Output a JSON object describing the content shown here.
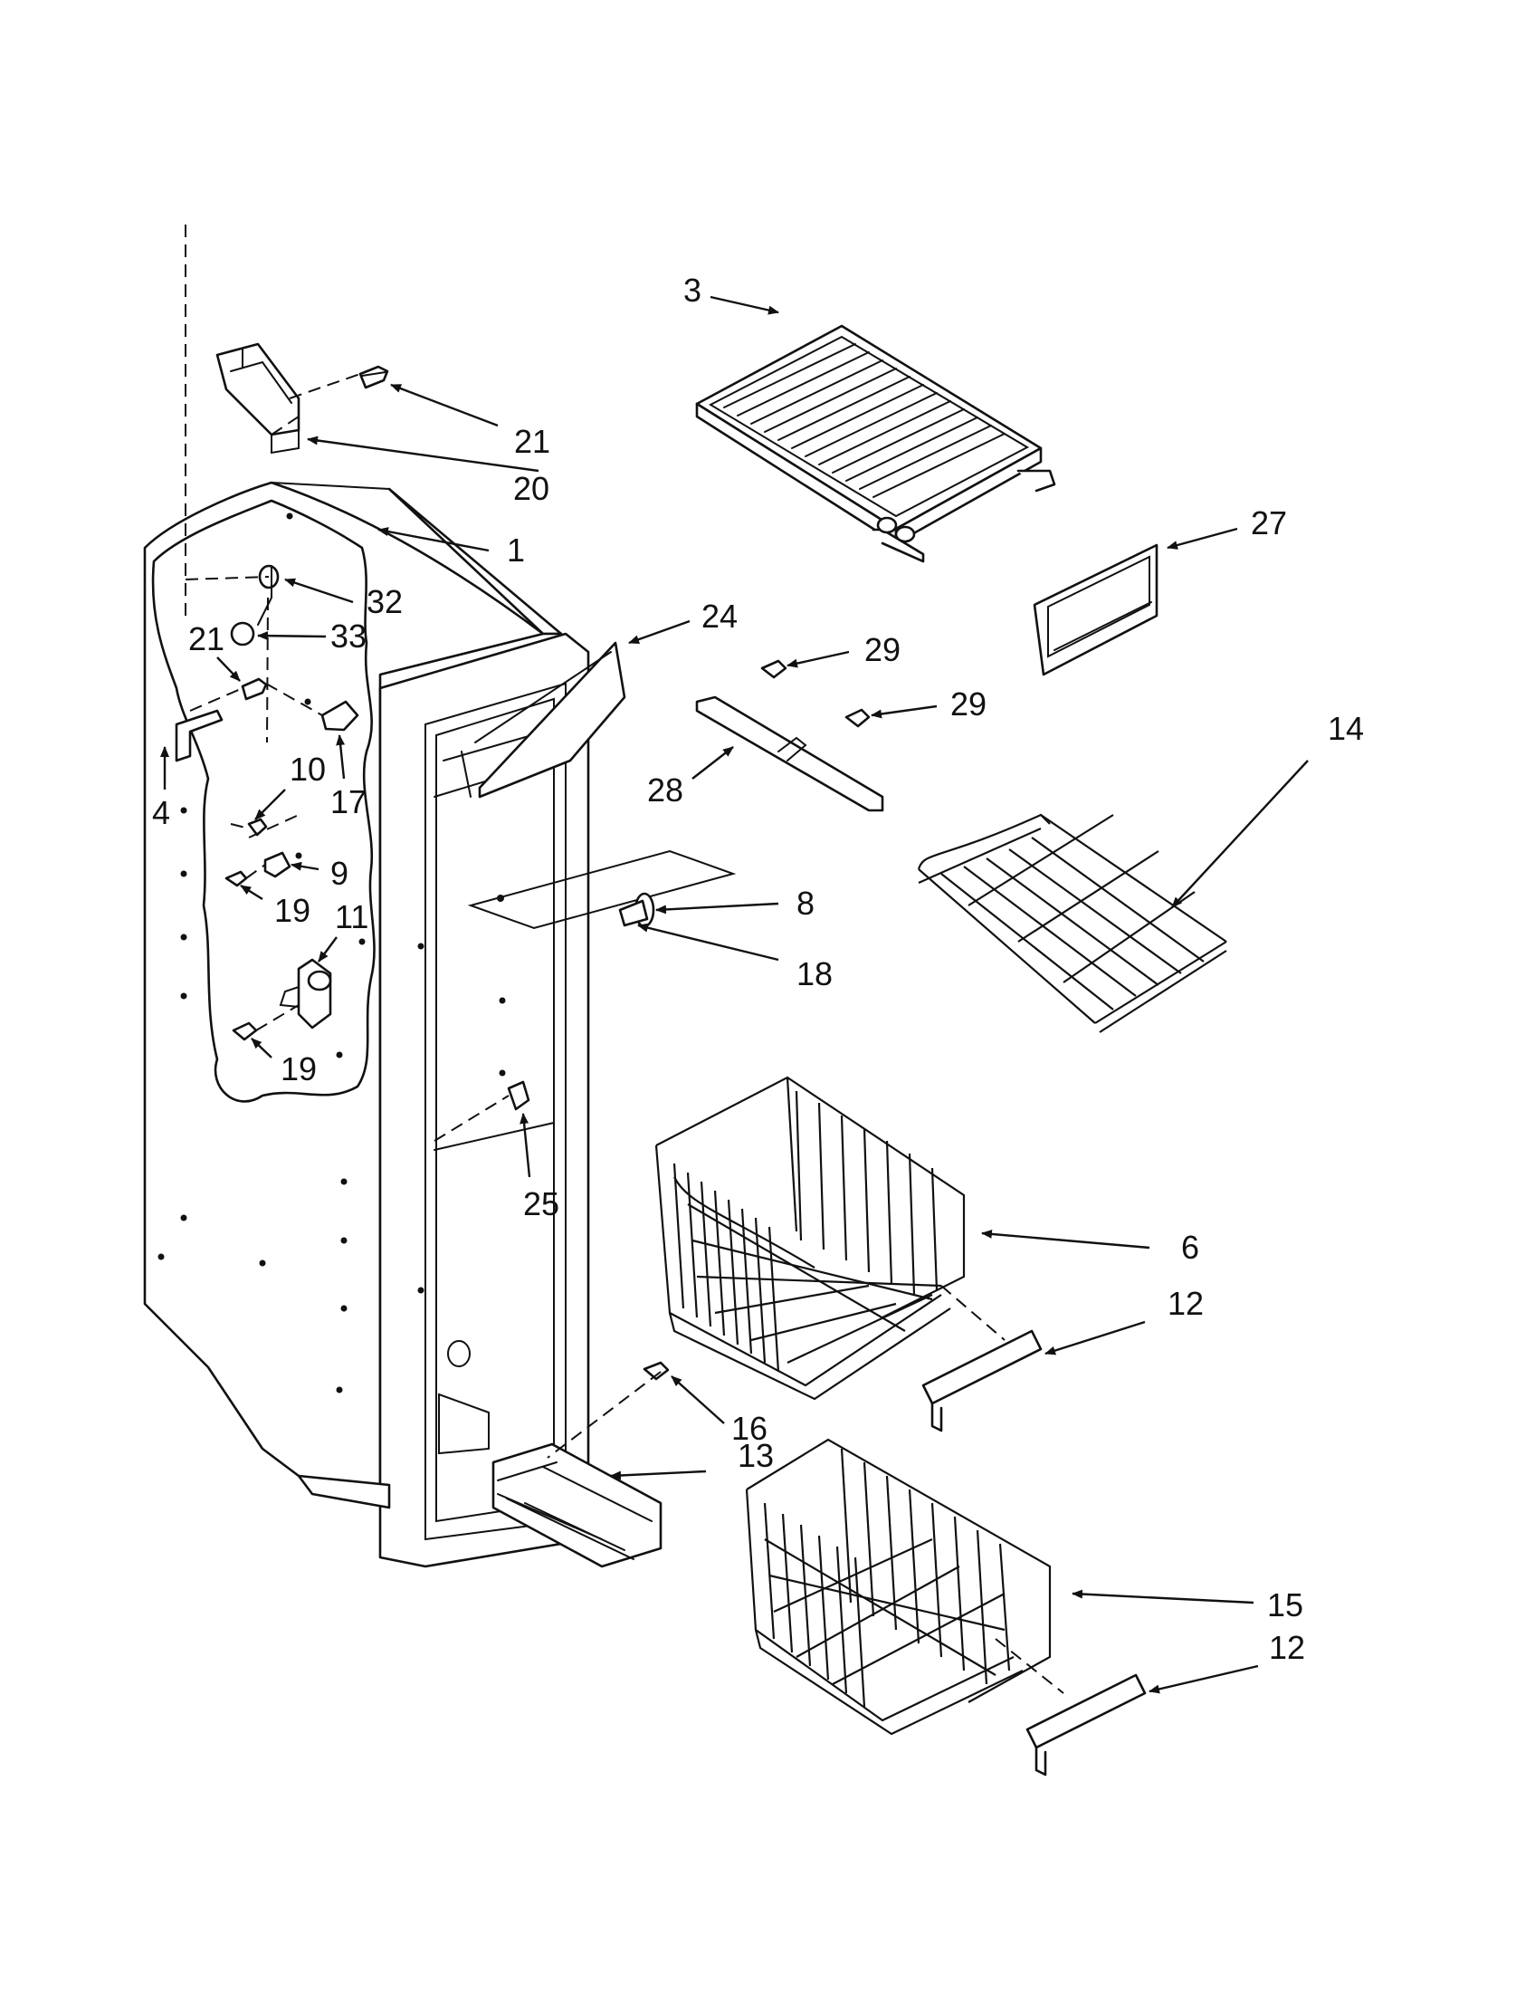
{
  "diagram": {
    "type": "exploded-parts-view",
    "callouts": [
      {
        "id": "c1",
        "label": "1"
      },
      {
        "id": "c3",
        "label": "3"
      },
      {
        "id": "c4",
        "label": "4"
      },
      {
        "id": "c6",
        "label": "6"
      },
      {
        "id": "c8",
        "label": "8"
      },
      {
        "id": "c9",
        "label": "9"
      },
      {
        "id": "c10",
        "label": "10"
      },
      {
        "id": "c11",
        "label": "11"
      },
      {
        "id": "c12a",
        "label": "12"
      },
      {
        "id": "c12b",
        "label": "12"
      },
      {
        "id": "c13",
        "label": "13"
      },
      {
        "id": "c14",
        "label": "14"
      },
      {
        "id": "c15",
        "label": "15"
      },
      {
        "id": "c16",
        "label": "16"
      },
      {
        "id": "c17",
        "label": "17"
      },
      {
        "id": "c18",
        "label": "18"
      },
      {
        "id": "c19a",
        "label": "19"
      },
      {
        "id": "c19b",
        "label": "19"
      },
      {
        "id": "c20",
        "label": "20"
      },
      {
        "id": "c21a",
        "label": "21"
      },
      {
        "id": "c21b",
        "label": "21"
      },
      {
        "id": "c24",
        "label": "24"
      },
      {
        "id": "c25",
        "label": "25"
      },
      {
        "id": "c27",
        "label": "27"
      },
      {
        "id": "c28",
        "label": "28"
      },
      {
        "id": "c29a",
        "label": "29"
      },
      {
        "id": "c29b",
        "label": "29"
      },
      {
        "id": "c32",
        "label": "32"
      },
      {
        "id": "c33",
        "label": "33"
      }
    ]
  }
}
